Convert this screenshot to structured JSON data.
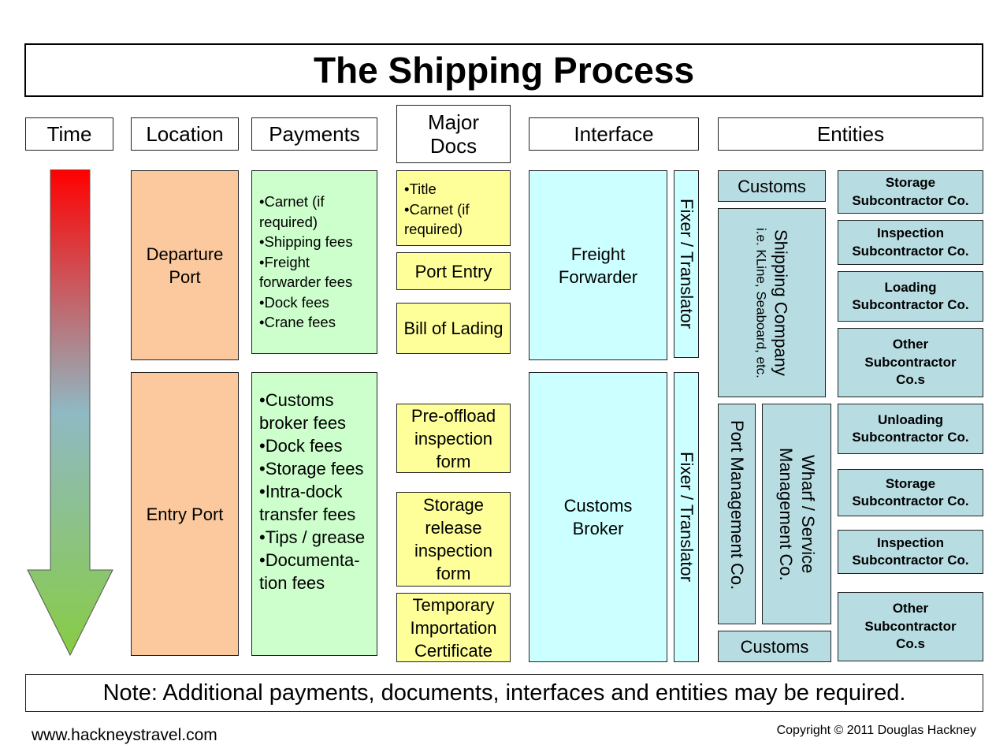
{
  "title": "The Shipping Process",
  "headers": {
    "time": "Time",
    "location": "Location",
    "payments": "Payments",
    "major_docs": [
      "Major",
      "Docs"
    ],
    "interface": "Interface",
    "entities": "Entities"
  },
  "locations": {
    "departure": [
      "Departure",
      "Port"
    ],
    "entry": "Entry Port"
  },
  "payments": {
    "departure": [
      "•Carnet (if required)",
      "•Shipping fees",
      "•Freight forwarder fees",
      "•Dock fees",
      "•Crane fees"
    ],
    "entry": [
      "•Customs broker fees",
      "•Dock fees",
      "•Storage fees",
      "•Intra-dock transfer fees",
      "•Tips / grease",
      "•Documenta-tion fees"
    ]
  },
  "docs": {
    "departure_list": [
      "•Title",
      "•Carnet (if required)"
    ],
    "port_entry": "Port Entry",
    "bill_of_lading": "Bill of Lading",
    "pre_offload": "Pre-offload inspection form",
    "storage_release": "Storage release inspection form",
    "temporary_importation": "Temporary Importation Certificate"
  },
  "interface": {
    "freight_forwarder": [
      "Freight",
      "Forwarder"
    ],
    "customs_broker": [
      "Customs",
      "Broker"
    ],
    "fixer_top": "Fixer / Translator",
    "fixer_bottom": "Fixer / Translator"
  },
  "entities": {
    "customs_top": "Customs",
    "shipping_company": "Shipping Company",
    "shipping_company_examples": "i.e. KLine, Seaboard, etc.",
    "port_management": "Port Management Co.",
    "wharf_service": [
      "Wharf / Service",
      "Management Co."
    ],
    "customs_bottom": "Customs",
    "subcontractors": [
      [
        "Storage",
        "Subcontractor Co."
      ],
      [
        "Inspection",
        "Subcontractor Co."
      ],
      [
        "Loading",
        "Subcontractor Co."
      ],
      [
        "Other",
        "Subcontractor",
        "Co.s"
      ],
      [
        "Unloading",
        "Subcontractor Co."
      ],
      [
        "Storage",
        "Subcontractor Co."
      ],
      [
        "Inspection",
        "Subcontractor Co."
      ],
      [
        "Other",
        "Subcontractor",
        "Co.s"
      ]
    ]
  },
  "note": "Note: Additional payments, documents, interfaces and entities may be required.",
  "footer": {
    "website": "www.hackneystravel.com",
    "copyright": "Copyright © 2011 Douglas Hackney"
  },
  "colors": {
    "location": "#fbc99d",
    "payments": "#ccffcc",
    "docs": "#ffff99",
    "interface": "#ccffff",
    "entities": "#b7dde3",
    "arrow_top": "#ff0000",
    "arrow_middle": "#8fb9c4",
    "arrow_bottom": "#88cc44"
  }
}
